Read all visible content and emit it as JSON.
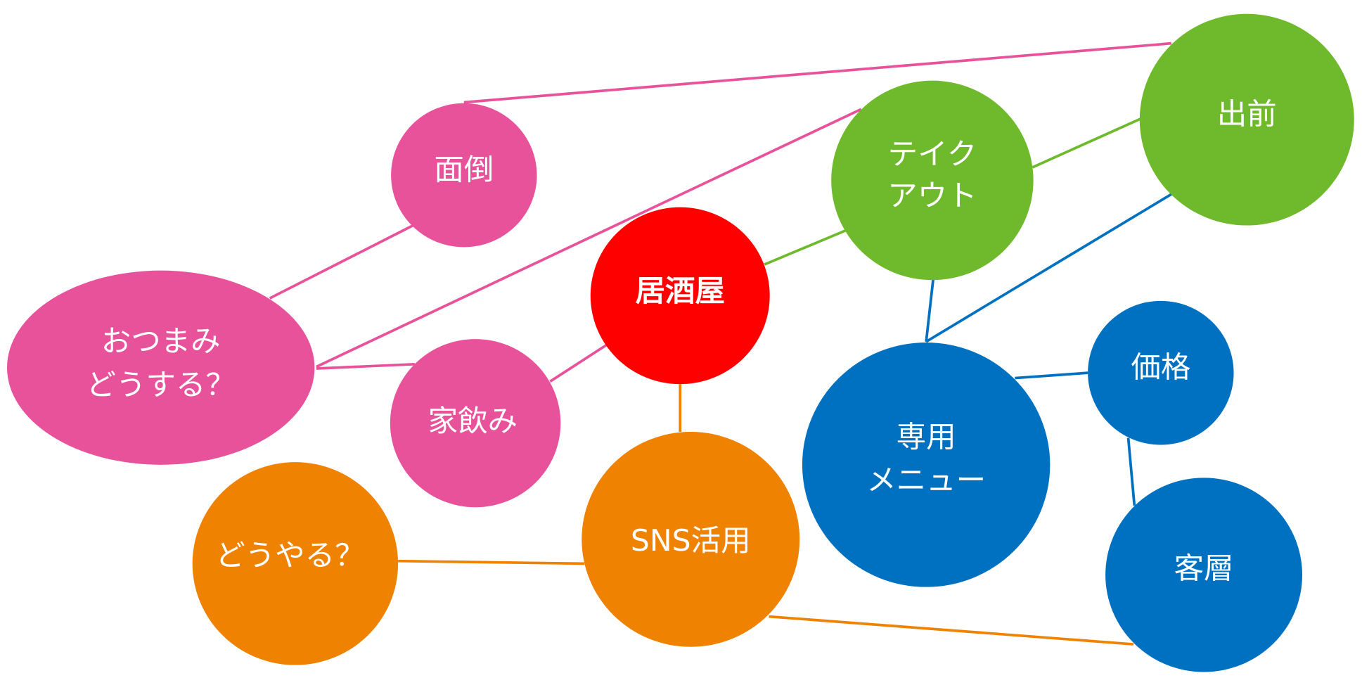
{
  "colors": {
    "pink": "#e8529a",
    "green": "#6fb92c",
    "blue": "#0070c0",
    "orange": "#ef8200",
    "red": "#ff0000"
  },
  "nodes": {
    "center": "居酒屋",
    "mendou": "面倒",
    "otsumami_1": "おつまみ",
    "otsumami_2": "どうする？",
    "ienomi": "家飲み",
    "takeout_1": "テイク",
    "takeout_2": "アウト",
    "demae": "出前",
    "menu_1": "専用",
    "menu_2": "メニュー",
    "kakaku": "価格",
    "kyakusou": "客層",
    "douyaru": "どうやる？",
    "sns": "SNS活用"
  }
}
